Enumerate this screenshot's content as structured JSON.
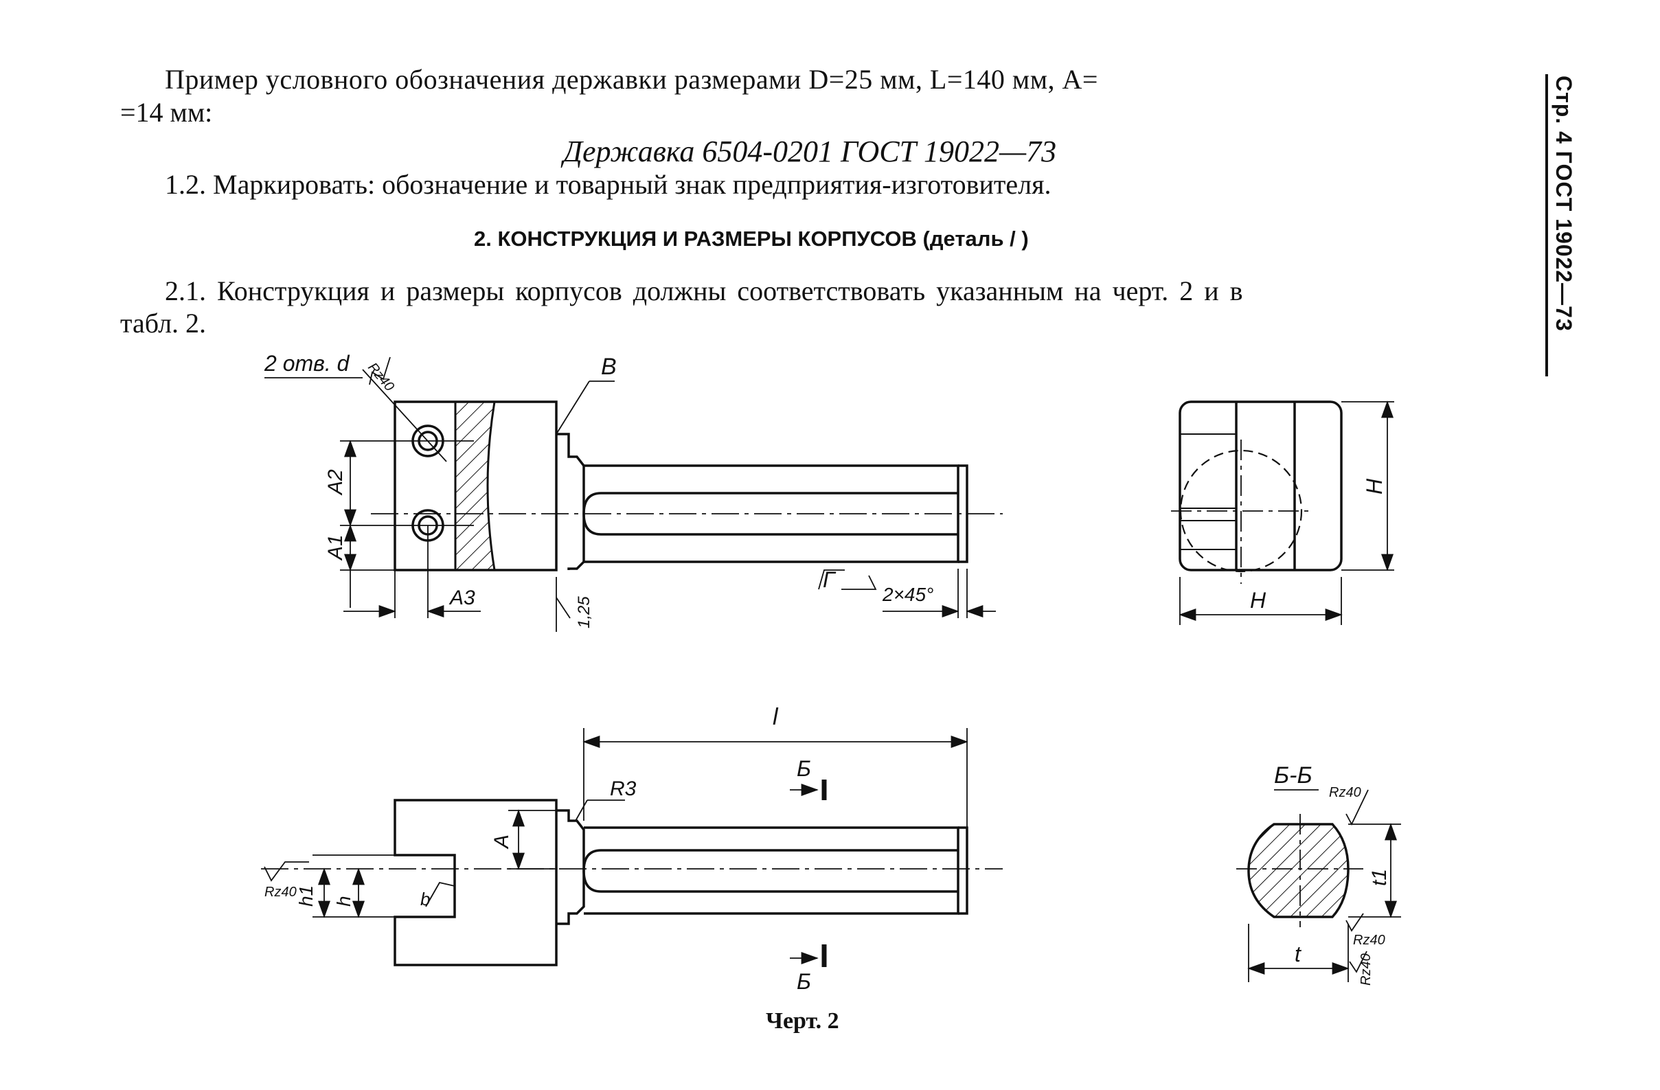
{
  "text": {
    "para1_line1": "Пример   условного   обозначения державки размерами D=25 мм, L=140 мм, A=",
    "para1_line2": "=14 мм:",
    "designation": "Державка 6504-0201 ГОСТ 19022—73",
    "para2": "1.2. Маркировать: обозначение и товарный знак предприятия-изготовителя.",
    "section_title": "2. КОНСТРУКЦИЯ И РАЗМЕРЫ КОРПУСОВ (деталь  /  )",
    "para3_line1": "2.1. Конструкция и размеры корпусов должны  соответствовать  указанным  на черт. 2 и в",
    "para3_line2": "табл. 2.",
    "figure_caption": "Черт. 2",
    "side_header": "Стр. 4 ГОСТ 19022—73"
  },
  "drawing_labels": {
    "holes": "2 отв. d",
    "rz40": "Rz40",
    "b_label": "B",
    "a1": "A1",
    "a2": "A2",
    "a3": "A3",
    "r125": "1,25",
    "g_label": "Г",
    "chamfer": "2×45°",
    "h_upper": "H",
    "l_label": "l",
    "r3": "R3",
    "section_mark": "Б",
    "a_label": "A",
    "h1": "h1",
    "h_small": "h",
    "b_small": "b",
    "section_bb": "Б-Б",
    "t1": "t1",
    "t_label": "t"
  }
}
